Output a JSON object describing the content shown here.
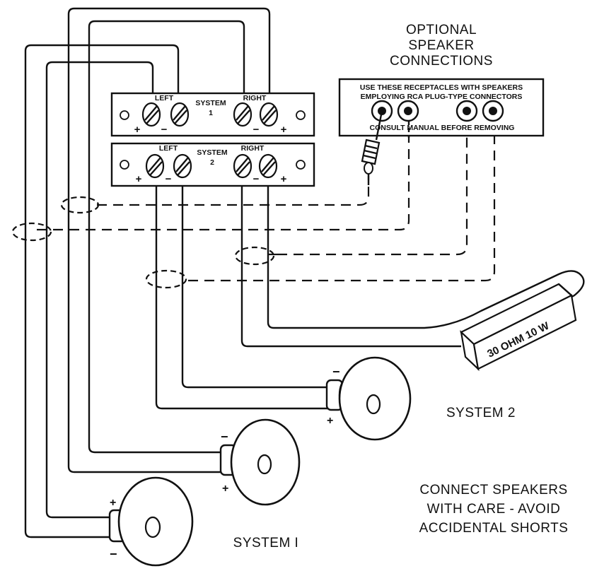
{
  "optional": {
    "line1": "OPTIONAL",
    "line2": "SPEAKER",
    "line3": "CONNECTIONS"
  },
  "rca_panel": {
    "line1": "USE THESE RECEPTACLES WITH SPEAKERS",
    "line2": "EMPLOYING RCA PLUG-TYPE CONNECTORS",
    "line3": "CONSULT MANUAL BEFORE REMOVING"
  },
  "terminal_1": {
    "left": "LEFT",
    "system": "SYSTEM",
    "number": "1",
    "right": "RIGHT",
    "plus": "+",
    "minus": "−"
  },
  "terminal_2": {
    "left": "LEFT",
    "system": "SYSTEM",
    "number": "2",
    "right": "RIGHT",
    "plus": "+",
    "minus": "−"
  },
  "resistor_label": "30 OHM 10 W",
  "system2_label": "SYSTEM 2",
  "system1_label": "SYSTEM I",
  "warning": {
    "line1": "CONNECT SPEAKERS",
    "line2": "WITH CARE - AVOID",
    "line3": "ACCIDENTAL SHORTS"
  },
  "speaker_marks": {
    "plus": "+",
    "minus": "−"
  }
}
